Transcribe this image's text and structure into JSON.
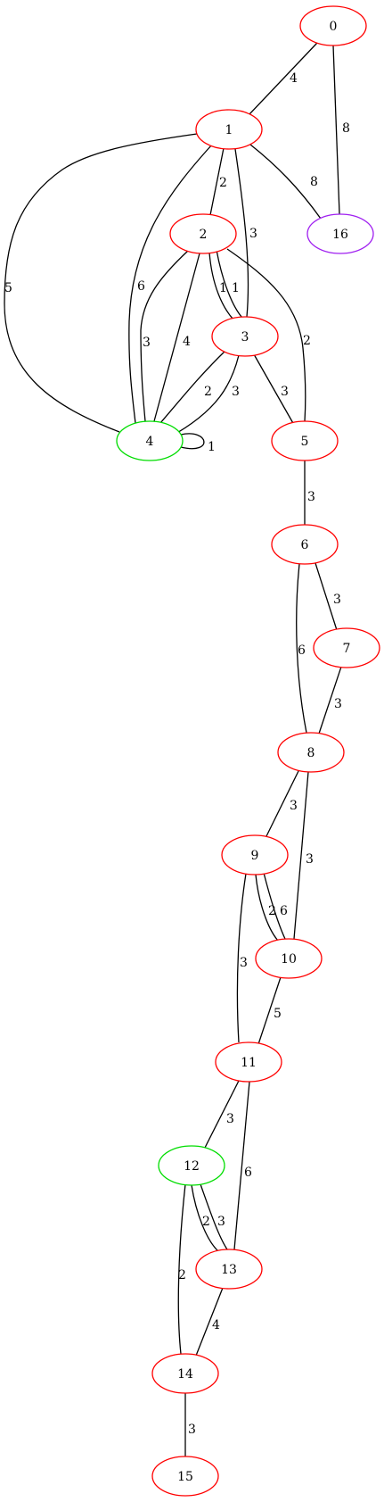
{
  "colors": {
    "default": "#ff0000",
    "green": "#00dd00",
    "purple": "#a020f0"
  },
  "nodes": [
    {
      "id": "0",
      "color": "default"
    },
    {
      "id": "1",
      "color": "default"
    },
    {
      "id": "2",
      "color": "default"
    },
    {
      "id": "3",
      "color": "default"
    },
    {
      "id": "4",
      "color": "green"
    },
    {
      "id": "5",
      "color": "default"
    },
    {
      "id": "6",
      "color": "default"
    },
    {
      "id": "7",
      "color": "default"
    },
    {
      "id": "8",
      "color": "default"
    },
    {
      "id": "9",
      "color": "default"
    },
    {
      "id": "10",
      "color": "default"
    },
    {
      "id": "11",
      "color": "default"
    },
    {
      "id": "12",
      "color": "green"
    },
    {
      "id": "13",
      "color": "default"
    },
    {
      "id": "14",
      "color": "default"
    },
    {
      "id": "15",
      "color": "default"
    },
    {
      "id": "16",
      "color": "purple"
    }
  ],
  "edges": [
    {
      "from": "0",
      "to": "1",
      "label": "4"
    },
    {
      "from": "0",
      "to": "16",
      "label": "8"
    },
    {
      "from": "1",
      "to": "16",
      "label": "8"
    },
    {
      "from": "1",
      "to": "2",
      "label": "2"
    },
    {
      "from": "1",
      "to": "3",
      "label": "3"
    },
    {
      "from": "1",
      "to": "4",
      "label": "6"
    },
    {
      "from": "1",
      "to": "4",
      "label": "5"
    },
    {
      "from": "2",
      "to": "3",
      "label": "1"
    },
    {
      "from": "2",
      "to": "3",
      "label": "1"
    },
    {
      "from": "2",
      "to": "4",
      "label": "3"
    },
    {
      "from": "2",
      "to": "4",
      "label": "4"
    },
    {
      "from": "2",
      "to": "5",
      "label": "2"
    },
    {
      "from": "3",
      "to": "4",
      "label": "2"
    },
    {
      "from": "3",
      "to": "4",
      "label": "3"
    },
    {
      "from": "3",
      "to": "5",
      "label": "3"
    },
    {
      "from": "4",
      "to": "4",
      "label": "1"
    },
    {
      "from": "5",
      "to": "6",
      "label": "3"
    },
    {
      "from": "6",
      "to": "7",
      "label": "3"
    },
    {
      "from": "6",
      "to": "8",
      "label": "6"
    },
    {
      "from": "7",
      "to": "8",
      "label": "3"
    },
    {
      "from": "8",
      "to": "9",
      "label": "3"
    },
    {
      "from": "8",
      "to": "10",
      "label": "3"
    },
    {
      "from": "9",
      "to": "10",
      "label": "2"
    },
    {
      "from": "9",
      "to": "10",
      "label": "6"
    },
    {
      "from": "9",
      "to": "11",
      "label": "3"
    },
    {
      "from": "10",
      "to": "11",
      "label": "5"
    },
    {
      "from": "11",
      "to": "12",
      "label": "3"
    },
    {
      "from": "11",
      "to": "13",
      "label": "6"
    },
    {
      "from": "12",
      "to": "13",
      "label": "2"
    },
    {
      "from": "12",
      "to": "13",
      "label": "3"
    },
    {
      "from": "12",
      "to": "14",
      "label": "2"
    },
    {
      "from": "13",
      "to": "14",
      "label": "4"
    },
    {
      "from": "14",
      "to": "15",
      "label": "3"
    }
  ]
}
